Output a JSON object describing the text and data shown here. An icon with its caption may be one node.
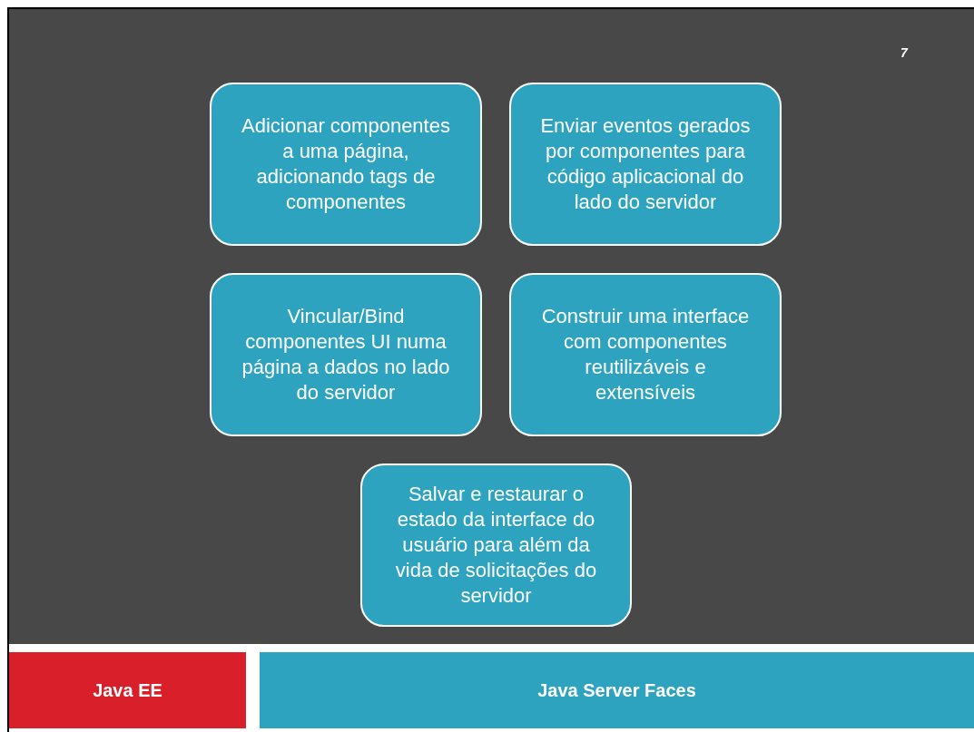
{
  "diagram": {
    "nodes": [
      {
        "text": [
          "Adicionar componentes a uma página, adicionando tags de componentes"
        ]
      },
      {
        "text": [
          "Enviar eventos gerados por componentes para código aplicacional do lado do servidor"
        ]
      },
      {
        "text": [
          "Vincular/Bind componentes UI numa página a dados no lado do servidor"
        ]
      },
      {
        "text": [
          "Construir uma interface com componentes reutilizáveis e extensíveis"
        ]
      },
      {
        "text": [
          "Salvar e restaurar o estado da interface do usuário para além da vida de solicitações do servidor"
        ]
      },
      {
        "text": [
          "Java EE"
        ]
      },
      {
        "text": [
          "Java Server Faces"
        ]
      }
    ],
    "labels": [
      "7"
    ]
  }
}
